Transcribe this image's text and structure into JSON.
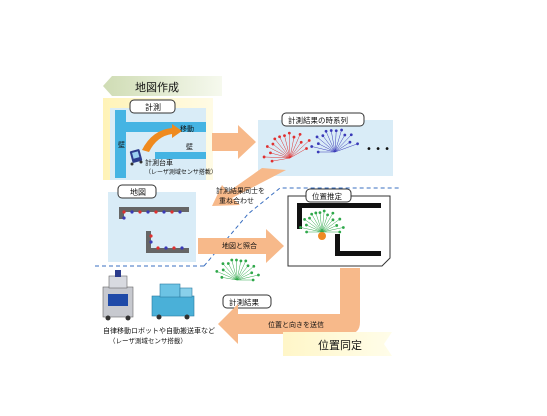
{
  "labels": {
    "map_creation": "地図作成",
    "measurement": "計測",
    "wall_left": "壁",
    "movement": "移動",
    "wall_right": "壁",
    "cart_line1": "計測台車",
    "cart_line2": "（レーザ測域センサ搭載）",
    "time_series": "計測結果の時系列",
    "ellipsis": "• • •",
    "overlay_line1": "計測結果同士を",
    "overlay_line2": "重ね合わせ",
    "map": "地図",
    "position_estimate": "位置推定",
    "match_map": "地図と照合",
    "result": "計測結果",
    "send_position": "位置と向きを送信",
    "robot_line1": "自律移動ロボットや自動搬送車など",
    "robot_line2": "（レーザ測域センサ搭載）",
    "localization": "位置同定"
  },
  "colors": {
    "panel_blue": "#d9ecf7",
    "wall_blue": "#45b4e3",
    "arrow_orange": "#f7b98a",
    "banner_green": "#e8efd7",
    "banner_yellow": "#fff7cc",
    "red_scan": "#e03030",
    "blue_scan": "#3a3ab8",
    "green_scan": "#2fa84a"
  }
}
